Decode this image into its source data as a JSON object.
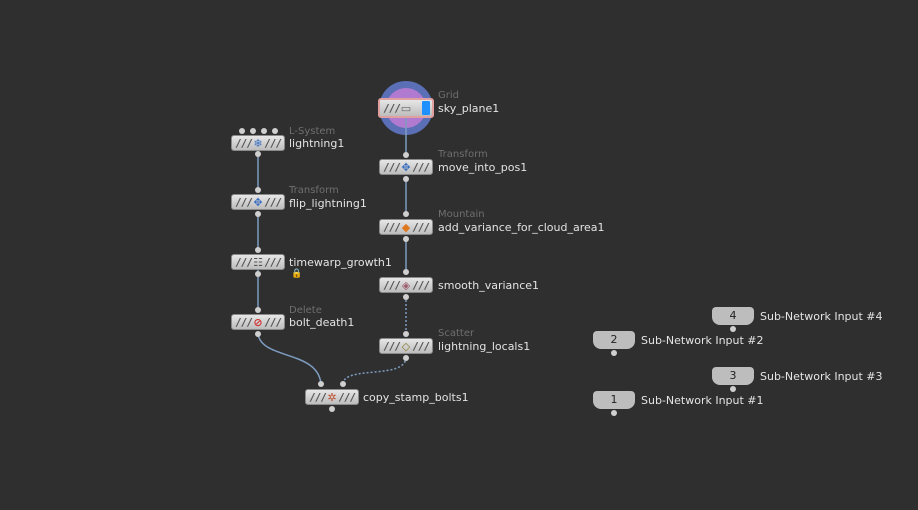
{
  "nodes": {
    "lightning": {
      "type": "L-System",
      "name": "lightning1",
      "icon": "lsystem-icon",
      "glyph": "❄"
    },
    "flip": {
      "type": "Transform",
      "name": "flip_lightning1",
      "icon": "transform-icon",
      "glyph": "✥"
    },
    "timewarp": {
      "type": "",
      "name": "timewarp_growth1",
      "icon": "timewarp-icon",
      "glyph": "☷"
    },
    "delete": {
      "type": "Delete",
      "name": "bolt_death1",
      "icon": "delete-icon",
      "glyph": "⊘"
    },
    "grid": {
      "type": "Grid",
      "name": "sky_plane1",
      "icon": "grid-icon",
      "glyph": "▭"
    },
    "move": {
      "type": "Transform",
      "name": "move_into_pos1",
      "icon": "transform-icon",
      "glyph": "✥"
    },
    "mountain": {
      "type": "Mountain",
      "name": "add_variance_for_cloud_area1",
      "icon": "mountain-icon",
      "glyph": "◆"
    },
    "smooth": {
      "type": "",
      "name": "smooth_variance1",
      "icon": "smooth-icon",
      "glyph": "◈"
    },
    "scatter": {
      "type": "Scatter",
      "name": "lightning_locals1",
      "icon": "scatter-icon",
      "glyph": "◇"
    },
    "copy": {
      "type": "",
      "name": "copy_stamp_bolts1",
      "icon": "copy-stamp-icon",
      "glyph": "✲"
    }
  },
  "subnet_inputs": [
    {
      "number": "4",
      "label": "Sub-Network Input #4"
    },
    {
      "number": "2",
      "label": "Sub-Network Input #2"
    },
    {
      "number": "3",
      "label": "Sub-Network Input #3"
    },
    {
      "number": "1",
      "label": "Sub-Network Input #1"
    }
  ],
  "colors": {
    "background": "#2f2f2f",
    "wire": "#7d9cc0",
    "display_flag": "#5a6fb5",
    "render_flag": "#b07ad0",
    "selected": "#e0a0a0",
    "grid_accent": "#1e90ff",
    "delete_icon": "#d03030",
    "mountain_icon": "#e07820"
  }
}
